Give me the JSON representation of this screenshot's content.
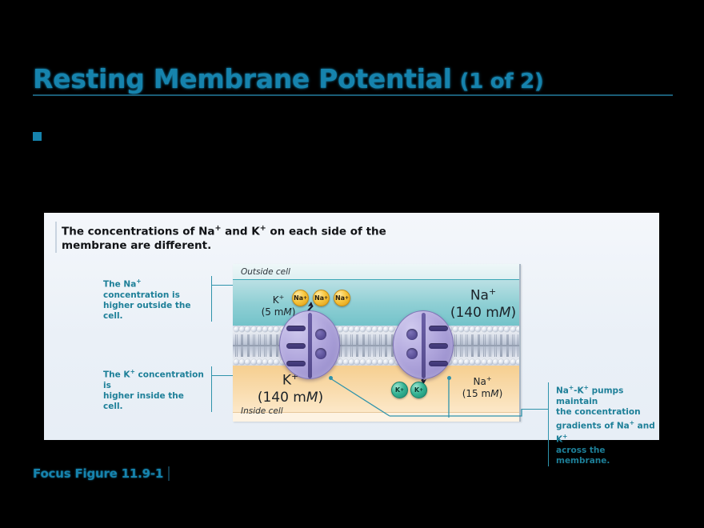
{
  "slide": {
    "title_main": "Resting Membrane Potential",
    "title_suffix": "(1 of 2)",
    "accent_color": "#1683ad",
    "background_color": "#000000"
  },
  "bullet": {
    "marker": "square-bullet",
    "text": ""
  },
  "figure": {
    "caption_line1": "The concentrations of Na",
    "caption": "The concentrations of Na+ and K+ on each side of the membrane are different.",
    "panel_background": "#eef3f9"
  },
  "diagram": {
    "outside_label": "Outside cell",
    "inside_label": "Inside cell",
    "outside_color": "#8fcfd4",
    "inside_color": "#f9dcae",
    "membrane_color": "#b9c2d3",
    "pump_color": "#9d92cf",
    "concentrations": {
      "k_outside_ion": "K",
      "k_outside_value": "(5 mM)",
      "na_outside_ion": "Na",
      "na_outside_value": "(140 mM)",
      "k_inside_ion": "K",
      "k_inside_value": "(140 mM)",
      "na_inside_ion": "Na",
      "na_inside_value": "(15 mM)"
    },
    "ions": {
      "na_label": "Na",
      "k_label": "K",
      "na_count_outside": 3,
      "k_count_inside": 2,
      "na_color": "#f7c63f",
      "k_color": "#35b394"
    }
  },
  "callouts": {
    "na_outside": "The Na+ concentration is higher outside the cell.",
    "k_inside": "The K+ concentration is higher inside the cell.",
    "pumps": "Na+-K+ pumps maintain the concentration gradients of Na+ and K+ across the membrane.",
    "color": "#1d7f98"
  },
  "footer": {
    "credit": "Focus Figure 11.9-1"
  }
}
